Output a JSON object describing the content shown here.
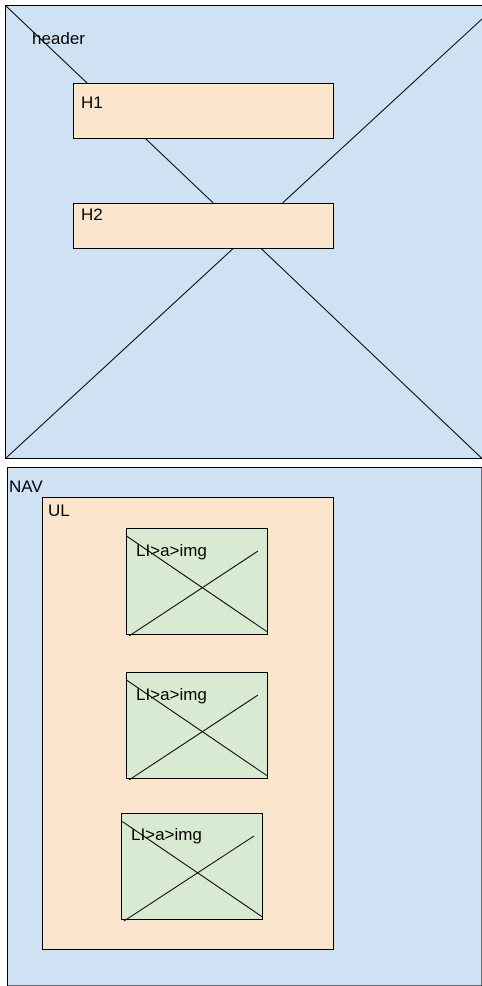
{
  "colors": {
    "region_fill": "#cfe2f3",
    "box_fill": "#fce5cd",
    "image_fill": "#d9ead3",
    "stroke": "#000000"
  },
  "header": {
    "label": "header",
    "h1_label": "H1",
    "h2_label": "H2"
  },
  "nav": {
    "label": "NAV",
    "ul_label": "UL",
    "items": [
      {
        "label": "LI>a>img"
      },
      {
        "label": "LI>a>img"
      },
      {
        "label": "LI>a>img"
      }
    ]
  }
}
